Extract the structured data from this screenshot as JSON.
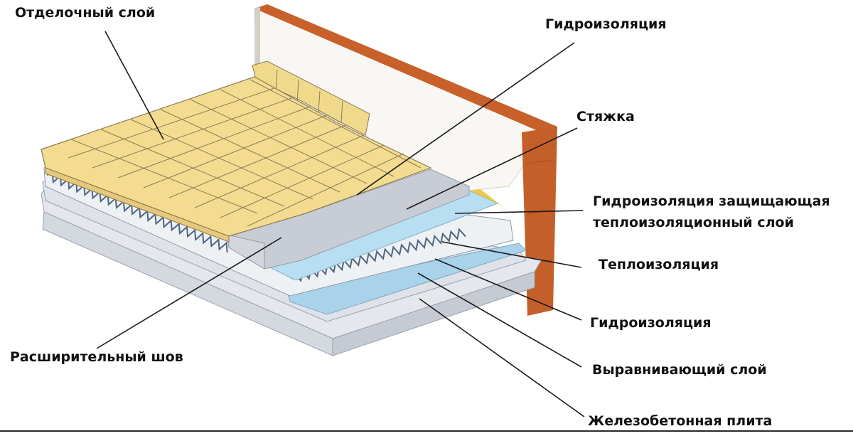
{
  "labels": {
    "finish_layer": "Отделочный слой",
    "waterproofing_top": "Гидроизоляция",
    "screed": "Стяжка",
    "protective_waterproofing_line1": "Гидроизоляция защищающая",
    "protective_waterproofing_line2": "теплоизоляционный слой",
    "thermal_insulation": "Теплоизоляция",
    "waterproofing_lower": "Гидроизоляция",
    "expansion_joint": "Расширительный шов",
    "leveling_layer": "Выравнивающий слой",
    "concrete_slab": "Железобетонная плита"
  },
  "colors": {
    "tile": "#f3dc8f",
    "tile_grout": "#8a7a5a",
    "screed": "#c9cdd6",
    "waterproofing_film": "#b9def0",
    "insulation": "#eef1f4",
    "insulation_zigzag": "#5a6f86",
    "slab": "#dfe2e7",
    "wall": "#c9622b",
    "wall_face": "#f7f6f2",
    "leader_line": "#1a1a1a"
  }
}
